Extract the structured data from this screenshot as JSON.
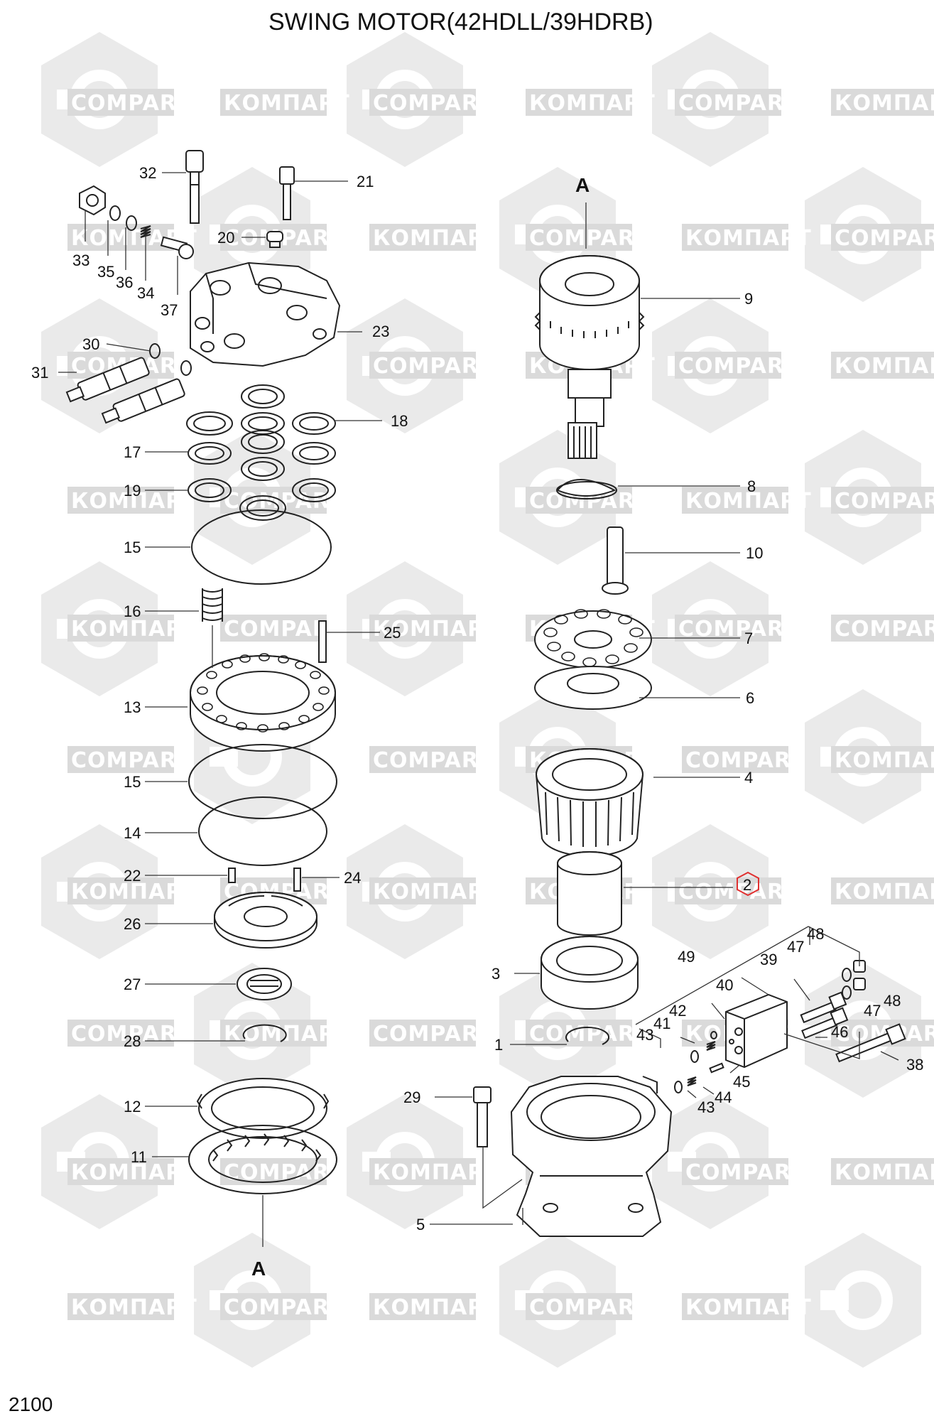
{
  "title": "SWING MOTOR(42HDLL/39HDRB)",
  "page_number": "2100",
  "watermark": {
    "words": [
      "COMPART",
      "КОМПАРТ"
    ],
    "color": "#d9d9d9"
  },
  "callouts": {
    "top": "A",
    "bottom": "A"
  },
  "highlight_color": "#e03030",
  "highlighted_part": "2",
  "labels": [
    "32",
    "21",
    "33",
    "35",
    "36",
    "34",
    "20",
    "37",
    "23",
    "30",
    "31",
    "18",
    "17",
    "19",
    "15",
    "16",
    "25",
    "13",
    "15",
    "14",
    "22",
    "24",
    "26",
    "27",
    "28",
    "12",
    "11",
    "9",
    "8",
    "10",
    "7",
    "6",
    "4",
    "2",
    "3",
    "49",
    "48",
    "47",
    "39",
    "40",
    "42",
    "41",
    "43",
    "47",
    "48",
    "46",
    "1",
    "38",
    "45",
    "44",
    "43",
    "29",
    "5"
  ]
}
